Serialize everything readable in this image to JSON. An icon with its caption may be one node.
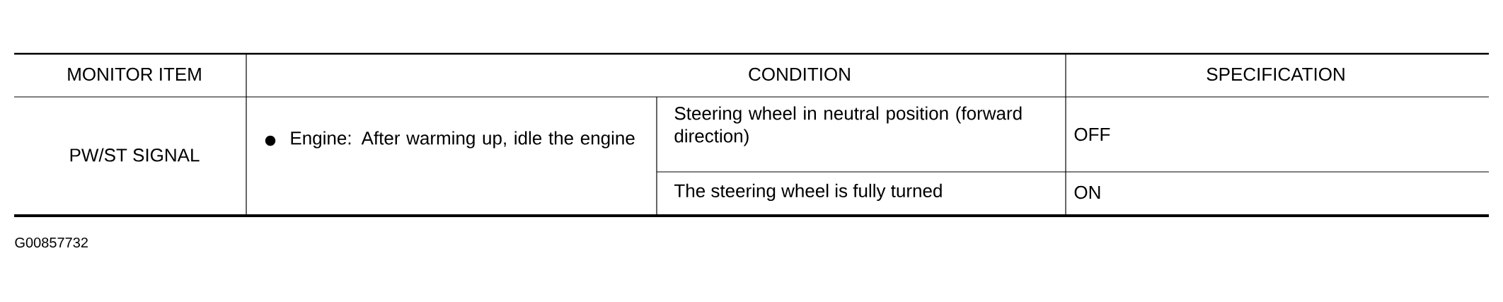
{
  "diagram": {
    "labels": [
      "MONITOR ITEM",
      "CONDITION",
      "SPECIFICATION",
      "PW/ST SIGNAL",
      "Engine: After warming up, idle the engine",
      "Steering wheel in neutral position (forward direction)",
      "OFF",
      "The steering wheel is fully turned",
      "ON",
      "G00857732"
    ]
  }
}
